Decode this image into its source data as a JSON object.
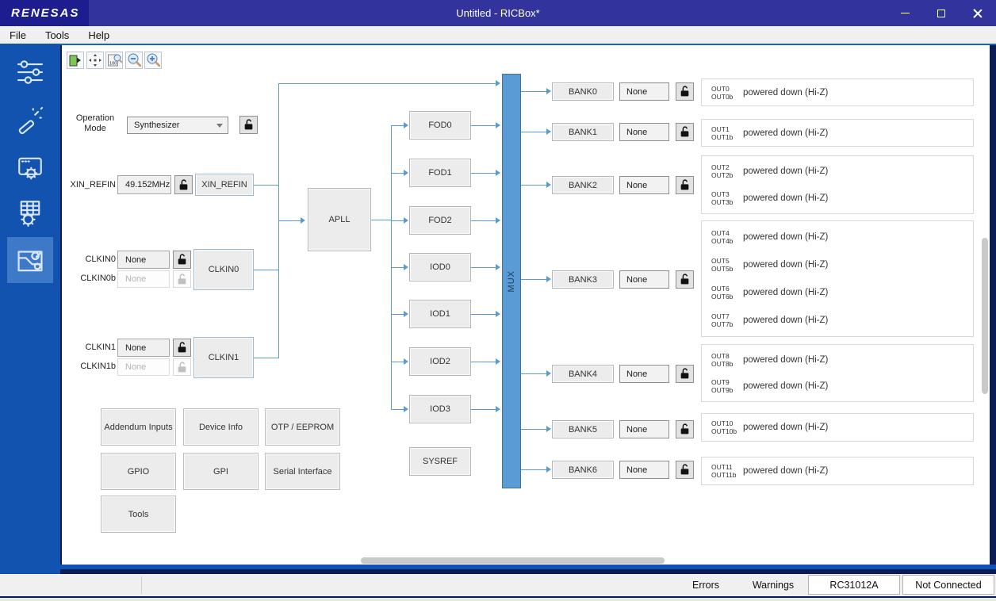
{
  "window": {
    "logo": "RENESAS",
    "title": "Untitled - RICBox*"
  },
  "menu": {
    "items": [
      "File",
      "Tools",
      "Help"
    ]
  },
  "toolbar": {
    "icons": [
      "import-device-icon",
      "fit-view-icon",
      "zoom-100-icon",
      "zoom-out-icon",
      "zoom-in-icon"
    ],
    "zoom_100_text": "100"
  },
  "sidebar": {
    "items": [
      {
        "name": "settings-sliders",
        "selected": false
      },
      {
        "name": "wizard-wand",
        "selected": false
      },
      {
        "name": "register-window",
        "selected": false
      },
      {
        "name": "register-map",
        "selected": false
      },
      {
        "name": "block-diagram",
        "selected": true
      }
    ]
  },
  "diagram": {
    "operation_mode": {
      "label": "Operation Mode",
      "value": "Synthesizer"
    },
    "xin": {
      "label": "XIN_REFIN",
      "value": "49.152MHz",
      "block": "XIN_REFIN"
    },
    "clkin0": {
      "label": "CLKIN0",
      "value": "None",
      "block": "CLKIN0"
    },
    "clkin0b": {
      "label": "CLKIN0b",
      "value": "None"
    },
    "clkin1": {
      "label": "CLKIN1",
      "value": "None",
      "block": "CLKIN1"
    },
    "clkin1b": {
      "label": "CLKIN1b",
      "value": "None"
    },
    "apll": "APLL",
    "dividers": [
      "FOD0",
      "FOD1",
      "FOD2",
      "IOD0",
      "IOD1",
      "IOD2",
      "IOD3"
    ],
    "sysref": "SYSREF",
    "mux": "MUX",
    "banks": [
      {
        "label": "BANK0",
        "value": "None"
      },
      {
        "label": "BANK1",
        "value": "None"
      },
      {
        "label": "BANK2",
        "value": "None"
      },
      {
        "label": "BANK3",
        "value": "None"
      },
      {
        "label": "BANK4",
        "value": "None"
      },
      {
        "label": "BANK5",
        "value": "None"
      },
      {
        "label": "BANK6",
        "value": "None"
      }
    ],
    "out_groups": [
      {
        "rows": [
          {
            "pos": "OUT0",
            "neg": "OUT0b",
            "status": "powered down (Hi-Z)"
          }
        ]
      },
      {
        "rows": [
          {
            "pos": "OUT1",
            "neg": "OUT1b",
            "status": "powered down (Hi-Z)"
          }
        ]
      },
      {
        "rows": [
          {
            "pos": "OUT2",
            "neg": "OUT2b",
            "status": "powered down (Hi-Z)"
          },
          {
            "pos": "OUT3",
            "neg": "OUT3b",
            "status": "powered down (Hi-Z)"
          }
        ]
      },
      {
        "rows": [
          {
            "pos": "OUT4",
            "neg": "OUT4b",
            "status": "powered down (Hi-Z)"
          },
          {
            "pos": "OUT5",
            "neg": "OUT5b",
            "status": "powered down (Hi-Z)"
          },
          {
            "pos": "OUT6",
            "neg": "OUT6b",
            "status": "powered down (Hi-Z)"
          },
          {
            "pos": "OUT7",
            "neg": "OUT7b",
            "status": "powered down (Hi-Z)"
          }
        ]
      },
      {
        "rows": [
          {
            "pos": "OUT8",
            "neg": "OUT8b",
            "status": "powered down (Hi-Z)"
          },
          {
            "pos": "OUT9",
            "neg": "OUT9b",
            "status": "powered down (Hi-Z)"
          }
        ]
      },
      {
        "rows": [
          {
            "pos": "OUT10",
            "neg": "OUT10b",
            "status": "powered down (Hi-Z)"
          }
        ]
      },
      {
        "rows": [
          {
            "pos": "OUT11",
            "neg": "OUT11b",
            "status": "powered down (Hi-Z)"
          }
        ]
      }
    ],
    "nav_buttons": [
      "Addendum Inputs",
      "Device Info",
      "OTP / EEPROM",
      "GPIO",
      "GPI",
      "Serial Interface",
      "Tools"
    ]
  },
  "statusbar": {
    "errors_label": "Errors",
    "warnings_label": "Warnings",
    "device": "RC31012A",
    "connection": "Not Connected"
  },
  "colors": {
    "titlebar": "#32339c",
    "logo_bg": "#1d1d90",
    "sidebar": "#1153af",
    "selected_item": "#3d79c7",
    "mux": "#5b9bd5",
    "wire": "#5b9bd5",
    "frame": "#0c1c55"
  }
}
